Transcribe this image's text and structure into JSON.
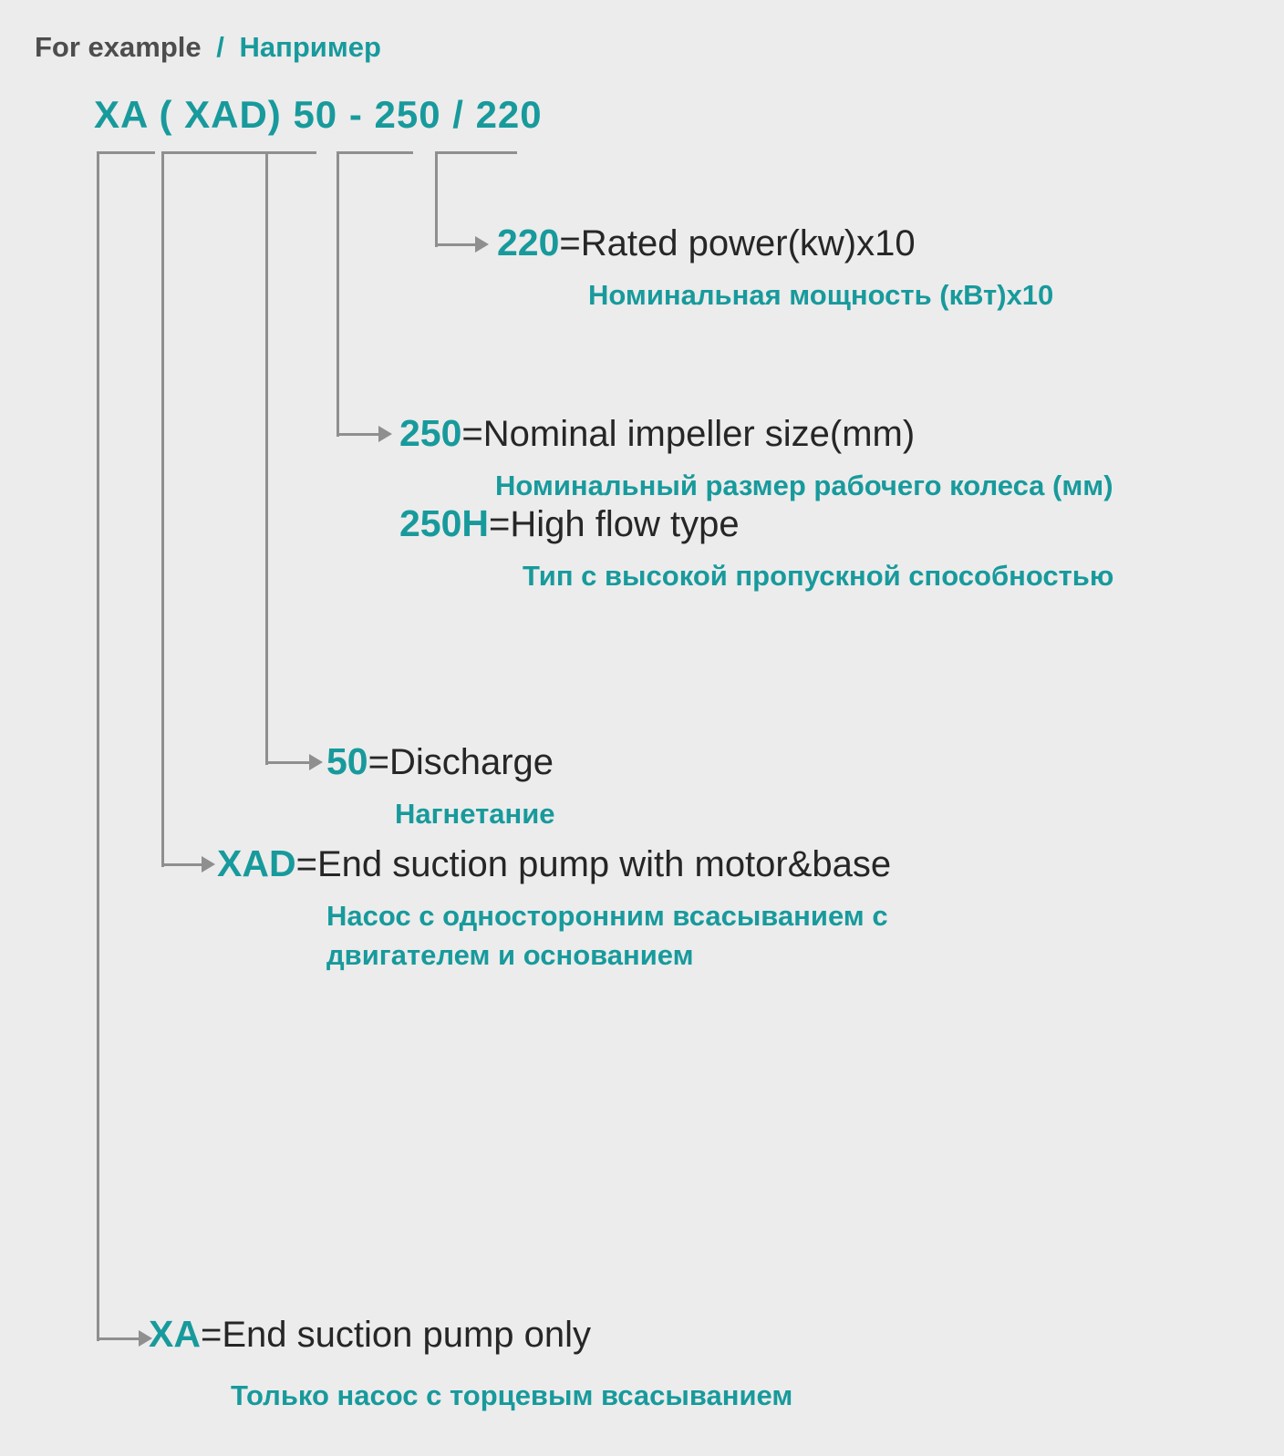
{
  "header": {
    "title_en": "For example",
    "separator": "/",
    "title_ru": "Например"
  },
  "model_code": "XA ( XAD) 50 - 250 / 220",
  "entries": [
    {
      "code": "220",
      "desc_en": "=Rated power(kw)x10",
      "desc_ru": "Номинальная мощность (кВт)x10"
    },
    {
      "code": "250",
      "desc_en": "=Nominal impeller size(mm)",
      "desc_ru": "Номинальный размер рабочего колеса (мм)"
    },
    {
      "code": "250H",
      "desc_en": "=High flow type",
      "desc_ru": "Тип с высокой пропускной способностью"
    },
    {
      "code": "50",
      "desc_en": "=Discharge",
      "desc_ru": "Нагнетание"
    },
    {
      "code": "XAD",
      "desc_en": "=End suction pump with motor&base",
      "desc_ru": "Насос с односторонним всасыванием с двигателем и основанием"
    },
    {
      "code": "XA",
      "desc_en": "=End suction pump only",
      "desc_ru": "Только насос с торцевым всасыванием"
    }
  ],
  "colors": {
    "teal": "#189a9c",
    "dark": "#262626",
    "line": "#8f8f8f",
    "background": "#ececec"
  }
}
